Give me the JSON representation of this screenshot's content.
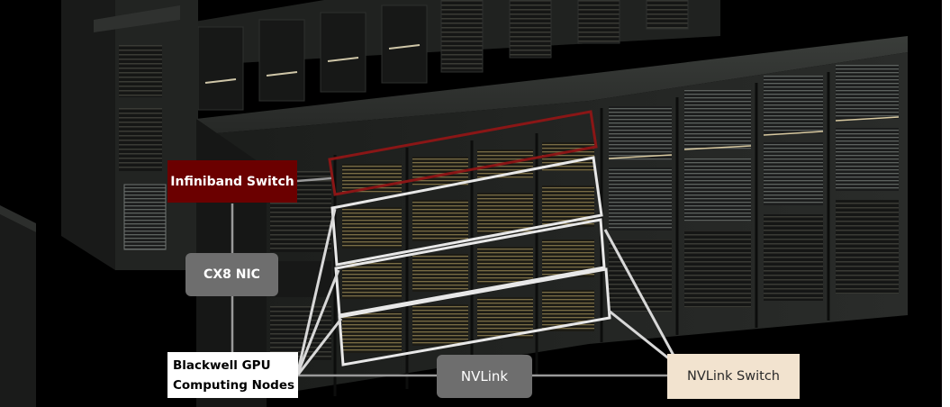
{
  "labels": {
    "infiniband_switch": "Infiniband Switch",
    "cx8_nic": "CX8 NIC",
    "gpu_nodes_line1": "Blackwell GPU",
    "gpu_nodes_line2": "Computing Nodes",
    "nvlink": "NVLink",
    "nvlink_switch": "NVLink Switch"
  },
  "colors": {
    "infiniband": "#6b0000",
    "infiniband_outline": "#8a1616",
    "node_outline": "#e8e8e8",
    "connector": "#9a9a9a",
    "nvlink_switch_bg": "#f2e3cf",
    "rack_dark": "#1e201e",
    "background": "#000000"
  }
}
